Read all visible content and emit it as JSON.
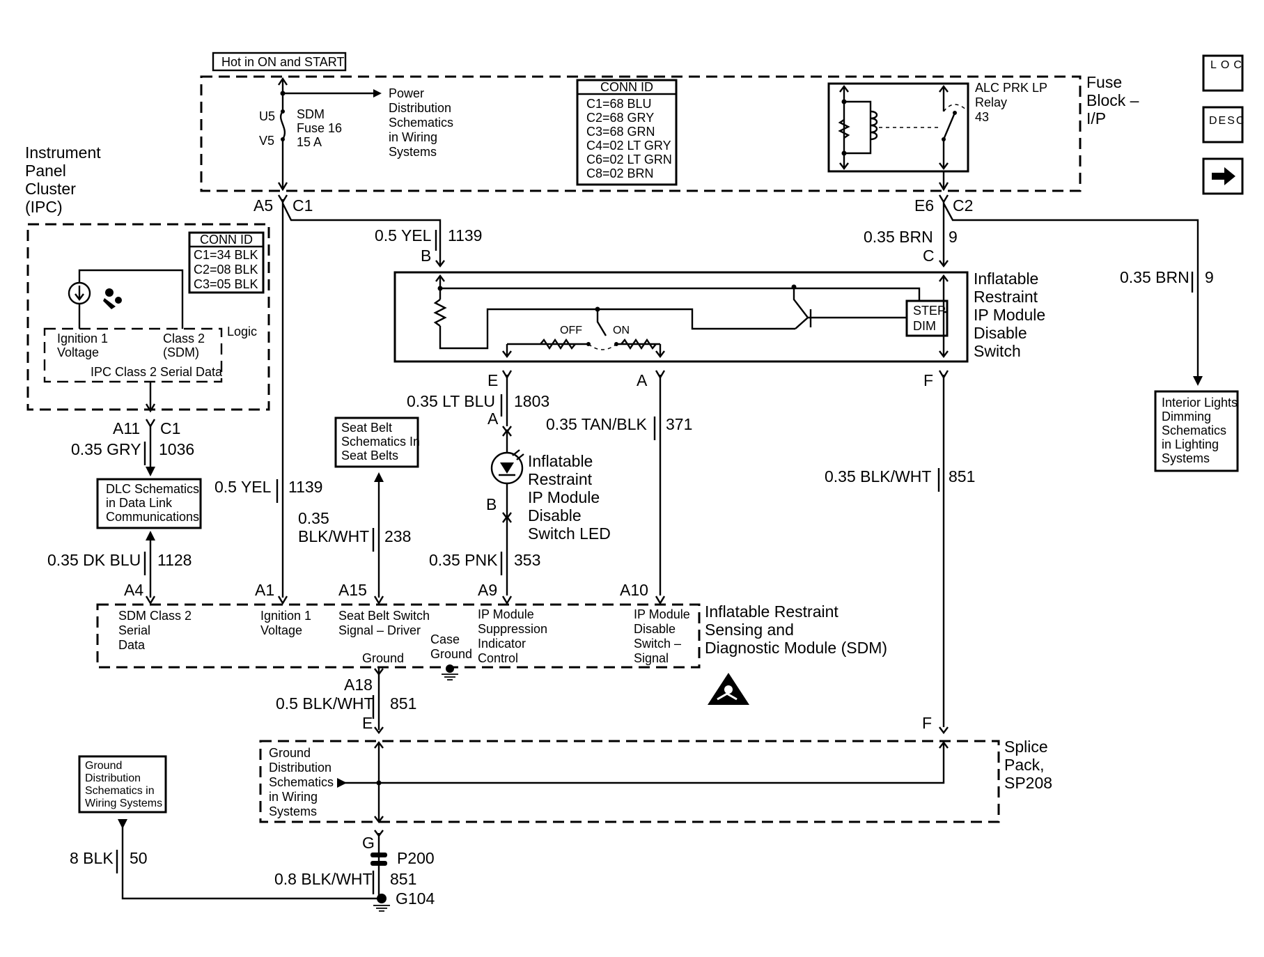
{
  "top": {
    "hot_label": "Hot in ON and START",
    "fuse_block_title": [
      "Fuse",
      "Block –",
      "I/P"
    ]
  },
  "fuse": {
    "u5": "U5",
    "v5": "V5",
    "name": [
      "SDM",
      "Fuse 16",
      "15 A"
    ],
    "power_ref": [
      "Power",
      "Distribution",
      "Schematics",
      "in Wiring",
      "Systems"
    ]
  },
  "conn_id_top": {
    "title": "CONN ID",
    "rows": [
      "C1=68 BLU",
      "C2=68 GRY",
      "C3=68 GRN",
      "C4=02 LT GRY",
      "C6=02 LT GRN",
      "C8=02 BRN"
    ]
  },
  "relay": {
    "name": [
      "ALC PRK LP",
      "Relay",
      "43"
    ]
  },
  "nav_icons": {
    "loc": "LOC",
    "desc": "DESC"
  },
  "ipc": {
    "title": [
      "Instrument",
      "Panel",
      "Cluster",
      "(IPC)"
    ],
    "conn_title": "CONN ID",
    "conn_rows": [
      "C1=34 BLK",
      "C2=08 BLK",
      "C3=05 BLK"
    ],
    "logic": "Logic",
    "ign": [
      "Ignition 1",
      "Voltage"
    ],
    "class2": [
      "Class 2",
      "(SDM)"
    ],
    "serial": "IPC Class 2 Serial Data",
    "pin_a11": "A11",
    "conn_c1": "C1"
  },
  "wires": {
    "a5": "A5",
    "c1": "C1",
    "e6": "E6",
    "c2": "C2",
    "yel_top_color": "0.5 YEL",
    "yel_top_num": "1139",
    "brn_color": "0.35 BRN",
    "brn_num": "9",
    "brn_right_color": "0.35 BRN",
    "brn_right_num": "9",
    "gry_color": "0.35 GRY",
    "gry_num": "1036",
    "yel_mid_color": "0.5 YEL",
    "yel_mid_num": "1139",
    "dkblu_color": "0.35 DK BLU",
    "dkblu_num": "1128",
    "blkwht_color": [
      "0.35",
      "BLK/WHT"
    ],
    "blkwht_num": "238",
    "ltblu_color": "0.35 LT BLU",
    "ltblu_num": "1803",
    "tanblk_color": "0.35 TAN/BLK",
    "tanblk_num": "371",
    "pnk_color": "0.35 PNK",
    "pnk_num": "353",
    "blkwht851_color": "0.35 BLK/WHT",
    "blkwht851_num": "851",
    "gnd_color": "0.5 BLK/WHT",
    "gnd_num": "851",
    "p200_color": "0.8 BLK/WHT",
    "p200_num": "851",
    "blk8_color": "8 BLK",
    "blk8_num": "50"
  },
  "switch": {
    "title": [
      "Inflatable",
      "Restraint",
      "IP Module",
      "Disable",
      "Switch"
    ],
    "b": "B",
    "c": "C",
    "e": "E",
    "a": "A",
    "f": "F",
    "off": "OFF",
    "on": "ON",
    "step": "STEP",
    "dim": "DIM"
  },
  "led": {
    "title": [
      "Inflatable",
      "Restraint",
      "IP Module",
      "Disable",
      "Switch LED"
    ],
    "a": "A",
    "b": "B"
  },
  "refs": {
    "seat_belt": [
      "Seat Belt",
      "Schematics In",
      "Seat Belts"
    ],
    "dlc": [
      "DLC Schematics",
      "in Data Link",
      "Communications"
    ],
    "interior": [
      "Interior Lights",
      "Dimming",
      "Schematics",
      "in Lighting",
      "Systems"
    ],
    "ground_dist": [
      "Ground",
      "Distribution",
      "Schematics in",
      "Wiring Systems"
    ]
  },
  "sdm": {
    "title": [
      "Inflatable Restraint",
      "Sensing and",
      "Diagnostic Module (SDM)"
    ],
    "pins": {
      "a4": "A4",
      "a1": "A1",
      "a15": "A15",
      "a9": "A9",
      "a10": "A10",
      "a18": "A18"
    },
    "class2": [
      "SDM Class 2",
      "Serial",
      "Data"
    ],
    "ign": [
      "Ignition 1",
      "Voltage"
    ],
    "seatbelt": [
      "Seat Belt Switch",
      "Signal – Driver"
    ],
    "ground": "Ground",
    "case_ground": [
      "Case",
      "Ground"
    ],
    "suppression": [
      "IP Module",
      "Suppression",
      "Indicator",
      "Control"
    ],
    "disable": [
      "IP Module",
      "Disable",
      "Switch –",
      "Signal"
    ]
  },
  "splice": {
    "title": [
      "Splice",
      "Pack,",
      "SP208"
    ],
    "e": "E",
    "f": "F",
    "g": "G",
    "ground_ref": [
      "Ground",
      "Distribution",
      "Schematics",
      "in Wiring",
      "Systems"
    ]
  },
  "ground": {
    "p200": "P200",
    "g104": "G104"
  }
}
